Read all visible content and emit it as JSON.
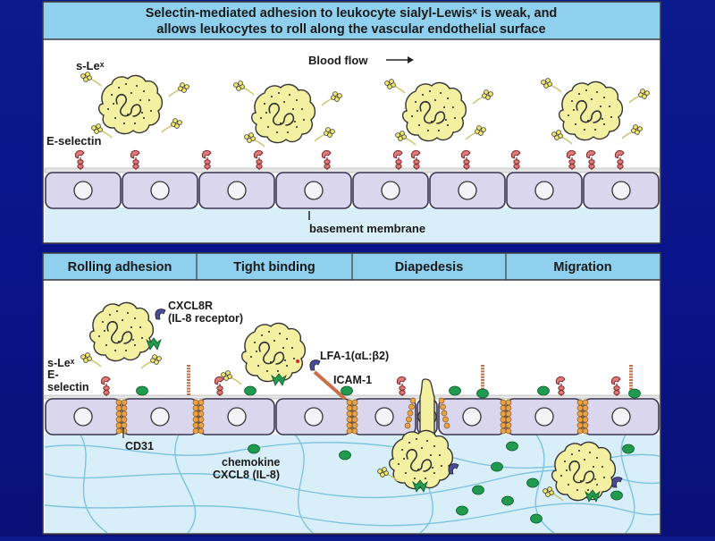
{
  "top_panel": {
    "title_line1": "Selectin-mediated adhesion to leukocyte sialyl-Lewisˣ is weak, and",
    "title_line2": "allows leukocytes to roll along the vascular endothelial surface",
    "labels": {
      "slex": "s-Leˣ",
      "eselectin": "E-selectin",
      "bloodflow": "Blood flow",
      "basement": "basement membrane"
    }
  },
  "bottom_panel": {
    "stages": [
      "Rolling adhesion",
      "Tight binding",
      "Diapedesis",
      "Migration"
    ],
    "labels": {
      "cxcl8r_1": "CXCL8R",
      "cxcl8r_2": "(IL-8 receptor)",
      "slex": "s-Leˣ",
      "e_1": "E-",
      "e_2": "selectin",
      "lfa1": "LFA-1(αL:β2)",
      "icam1": "ICAM-1",
      "cd31": "CD31",
      "chemokine_1": "chemokine",
      "chemokine_2": "CXCL8 (IL-8)"
    }
  },
  "colors": {
    "background": "#0b1a8c",
    "header_band": "#8fd0ee",
    "lumen": "#ffffff",
    "endothelium": "#d9d6ee",
    "basement": "#d8eef8",
    "tissue": "#d8eef8",
    "leukocyte": "#f3f0a2",
    "eselectin": "#e07a7a",
    "chemokine": "#1f9a4e",
    "receptor": "#4a4a9a",
    "cd31": "#e8a24a"
  }
}
